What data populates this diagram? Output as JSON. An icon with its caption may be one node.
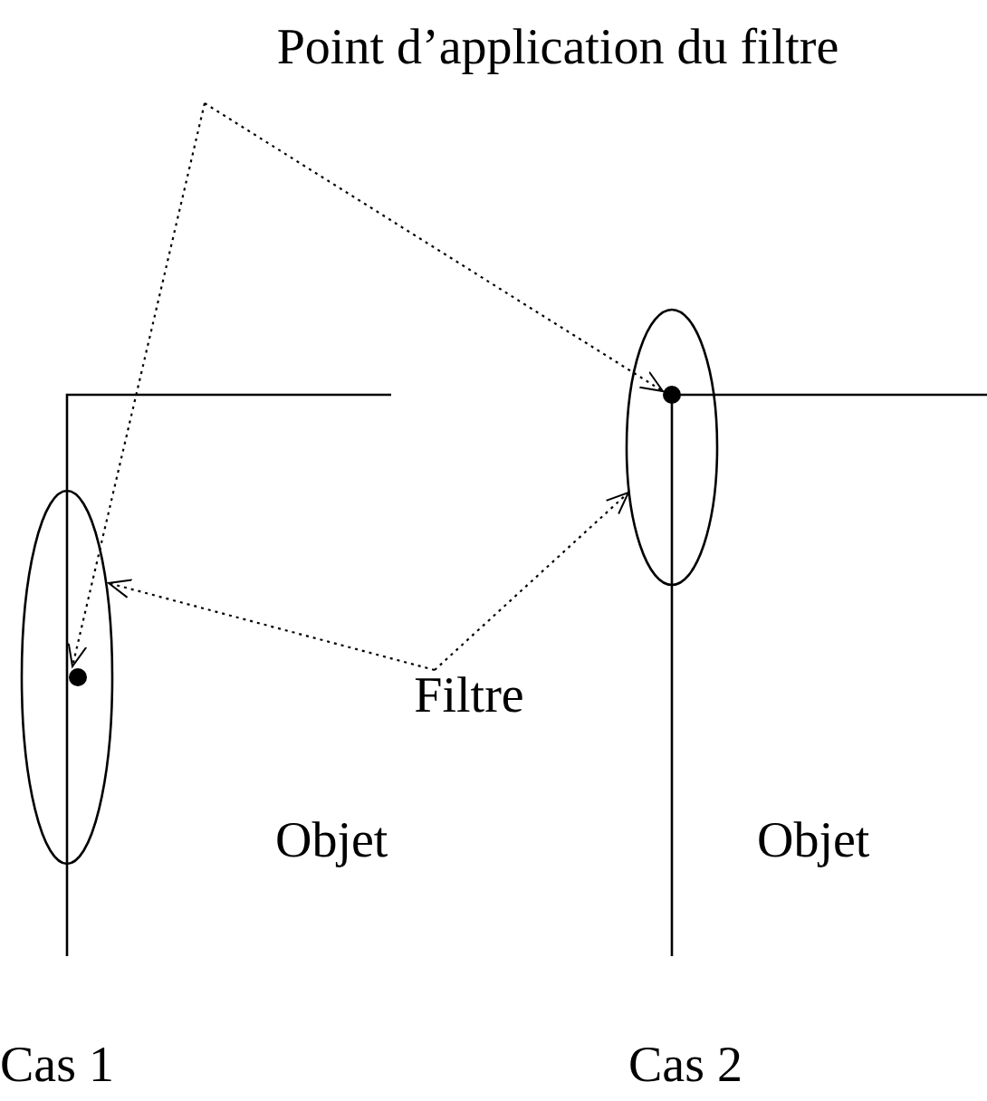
{
  "diagram": {
    "nodes": [
      {
        "text": [
          "Point d’application du filtre"
        ]
      },
      {
        "text": [],
        "shape": "ellipse"
      },
      {
        "text": [],
        "shape": "circle",
        "in": 1
      },
      {
        "text": [],
        "shape": "ellipse"
      },
      {
        "text": [],
        "shape": "circle",
        "in": 3
      },
      {
        "text": [
          "Filtre"
        ]
      }
    ],
    "edges": [
      {
        "from": 0,
        "to": 2,
        "arrow": "to"
      },
      {
        "from": 0,
        "to": 4,
        "arrow": "to"
      },
      {
        "from": 5,
        "to": 1,
        "arrow": "to"
      },
      {
        "from": 5,
        "to": 3,
        "arrow": "to"
      }
    ],
    "labels": [
      "Objet",
      "Objet",
      "Cas 1",
      "Cas 2"
    ]
  }
}
